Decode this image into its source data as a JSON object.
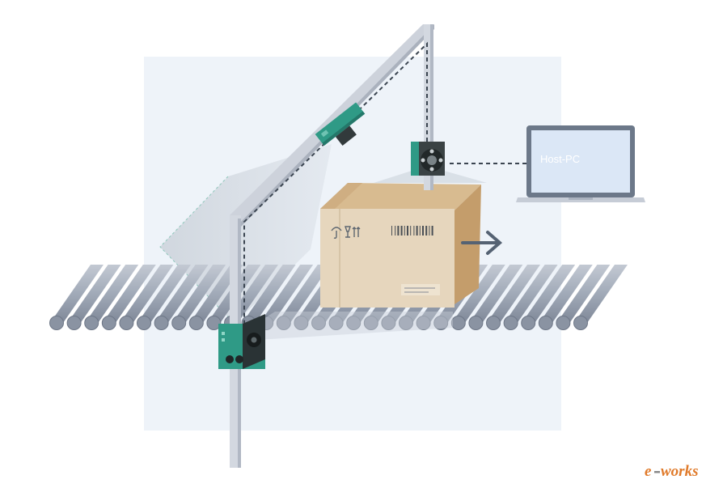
{
  "diagram": {
    "nodes": [
      {
        "id": "host-pc",
        "label": "Host-PC"
      },
      {
        "id": "top-scanner"
      },
      {
        "id": "side-scanner-upper"
      },
      {
        "id": "side-scanner-lower"
      },
      {
        "id": "package"
      },
      {
        "id": "conveyor"
      }
    ],
    "connections": [
      {
        "from": "top-scanner",
        "to": "host-pc"
      },
      {
        "from": "top-scanner",
        "to": "side-scanner-upper"
      },
      {
        "from": "side-scanner-upper",
        "to": "side-scanner-lower"
      }
    ],
    "package": {
      "has_barcode": true,
      "direction": "right"
    }
  },
  "colors": {
    "backdrop": "#eef3f9",
    "frame": "#c9ced8",
    "scanner_green": "#2f9a86",
    "scanner_dark": "#323a3c",
    "box_front": "#e6d6bd",
    "box_side": "#c49d6b",
    "box_top": "#d8bb90",
    "roller": "#9da6b5",
    "screen": "#dbe7f6",
    "laptop_frame": "#6c7889",
    "arrow": "#556273",
    "watermark": "#e07a2a"
  },
  "watermark": {
    "brand": "e-works",
    "first": "e",
    "second": "works"
  }
}
